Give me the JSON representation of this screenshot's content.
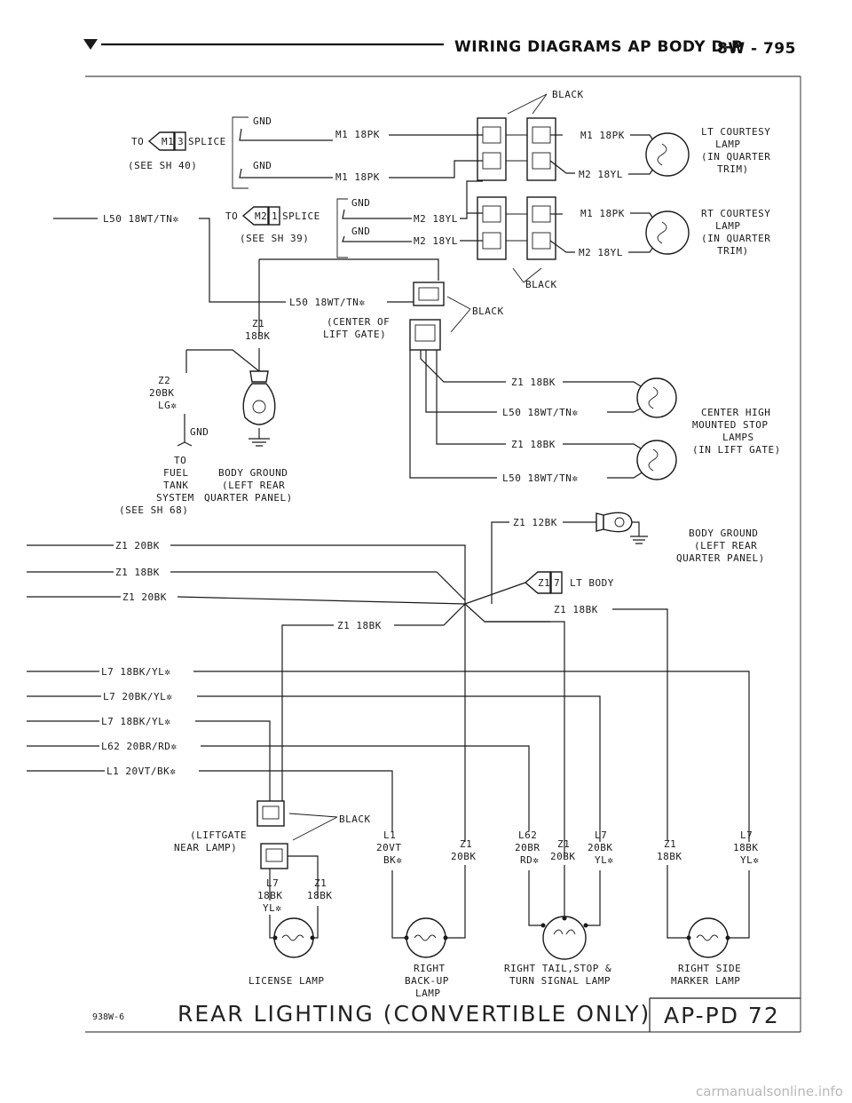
{
  "header": {
    "title": "WIRING DIAGRAMS AP BODY D-P",
    "page": "8W - 795"
  },
  "footer": {
    "code": "938W-6",
    "title": "REAR LIGHTING (CONVERTIBLE ONLY)",
    "ref": "AP-PD 72"
  },
  "watermark": "carmanualsonline.info",
  "labels": {
    "black_top": "BLACK",
    "gnd_1": "GND",
    "m1_18pk_a": "M1 18PK",
    "to": "TO",
    "splice_m13": "M1",
    "splice_m13_num": "3",
    "splice": "SPLICE",
    "see_sh40": "(SEE SH 40)",
    "gnd_2": "GND",
    "m1_18pk_b": "M1 18PK",
    "m1_18pk_c": "M1 18PK",
    "m2_18yl_a": "M2 18YL",
    "lt_courtesy": [
      "LT COURTESY",
      "LAMP",
      "(IN QUARTER",
      "TRIM)"
    ],
    "l50_left": "L50 18WT/TN✲",
    "to2": "TO",
    "splice_m21": "M2",
    "splice_m21_num": "1",
    "splice2": "SPLICE",
    "see_sh39": "(SEE SH 39)",
    "gnd_3": "GND",
    "m2_18yl_b": "M2 18YL",
    "gnd_4": "GND",
    "m2_18yl_c": "M2 18YL",
    "m1_18pk_d": "M1 18PK",
    "m2_18yl_d": "M2 18YL",
    "rt_courtesy": [
      "RT COURTESY",
      "LAMP",
      "(IN QUARTER",
      "TRIM)"
    ],
    "black_mid": "BLACK",
    "l50_mid": "L50 18WT/TN✲",
    "black_lift": "BLACK",
    "center_of": "(CENTER OF",
    "lift_gate": "LIFT GATE)",
    "z1_18bk_top": "Z1",
    "z1_18bk_top2": "18BK",
    "z2": "Z2",
    "z2_20bk": "20BK",
    "z2_lg": "LG✲",
    "gnd_fuel": "GND",
    "fuel_system": [
      "TO",
      "FUEL",
      "TANK",
      "SYSTEM",
      "(SEE SH 68)"
    ],
    "body_ground_1": [
      "BODY GROUND",
      "(LEFT REAR",
      "QUARTER PANEL)"
    ],
    "chms_z1_a": "Z1 18BK",
    "chms_l50_a": "L50 18WT/TN✲",
    "chms_z1_b": "Z1 18BK",
    "chms_l50_b": "L50 18WT/TN✲",
    "chms": [
      "CENTER HIGH",
      "MOUNTED STOP",
      "LAMPS",
      "(IN LIFT GATE)"
    ],
    "z1_12bk": "Z1 12BK",
    "body_ground_2": [
      "BODY GROUND",
      "(LEFT REAR",
      "QUARTER PANEL)"
    ],
    "w_z1_20bk_a": "Z1 20BK",
    "w_z1_18bk_a": "Z1 18BK",
    "w_z1_20bk_b": "Z1 20BK",
    "lt_body_z1": "Z1",
    "lt_body_num": "7",
    "lt_body": "LT BODY",
    "z1_18bk_r": "Z1 18BK",
    "z1_18bk_c": "Z1 18BK",
    "w_l7_a": "L7 18BK/YL✲",
    "w_l7_b": "L7 20BK/YL✲",
    "w_l7_c": "L7 18BK/YL✲",
    "w_l62": "L62 20BR/RD✲",
    "w_l1": "L1 20VT/BK✲",
    "black_lic": "BLACK",
    "liftgate_near": [
      "(LIFTGATE",
      "NEAR LAMP)"
    ],
    "lic_l7": [
      "L7",
      "18BK",
      "YL✲"
    ],
    "lic_z1": [
      "Z1",
      "18BK"
    ],
    "bk_l1": [
      "L1",
      "20VT",
      "BK✲"
    ],
    "bk_z1": [
      "Z1",
      "20BK"
    ],
    "ts_l62": [
      "L62",
      "20BR",
      "RD✲"
    ],
    "ts_z1": [
      "Z1",
      "20BK"
    ],
    "ts_l7": [
      "L7",
      "20BK",
      "YL✲"
    ],
    "sm_z1": [
      "Z1",
      "18BK"
    ],
    "sm_l7": [
      "L7",
      "18BK",
      "YL✲"
    ],
    "license_lamp": "LICENSE LAMP",
    "backup_lamp": [
      "RIGHT",
      "BACK-UP",
      "LAMP"
    ],
    "tail_lamp": [
      "RIGHT TAIL,STOP &",
      "TURN SIGNAL LAMP"
    ],
    "marker_lamp": [
      "RIGHT SIDE",
      "MARKER LAMP"
    ]
  }
}
